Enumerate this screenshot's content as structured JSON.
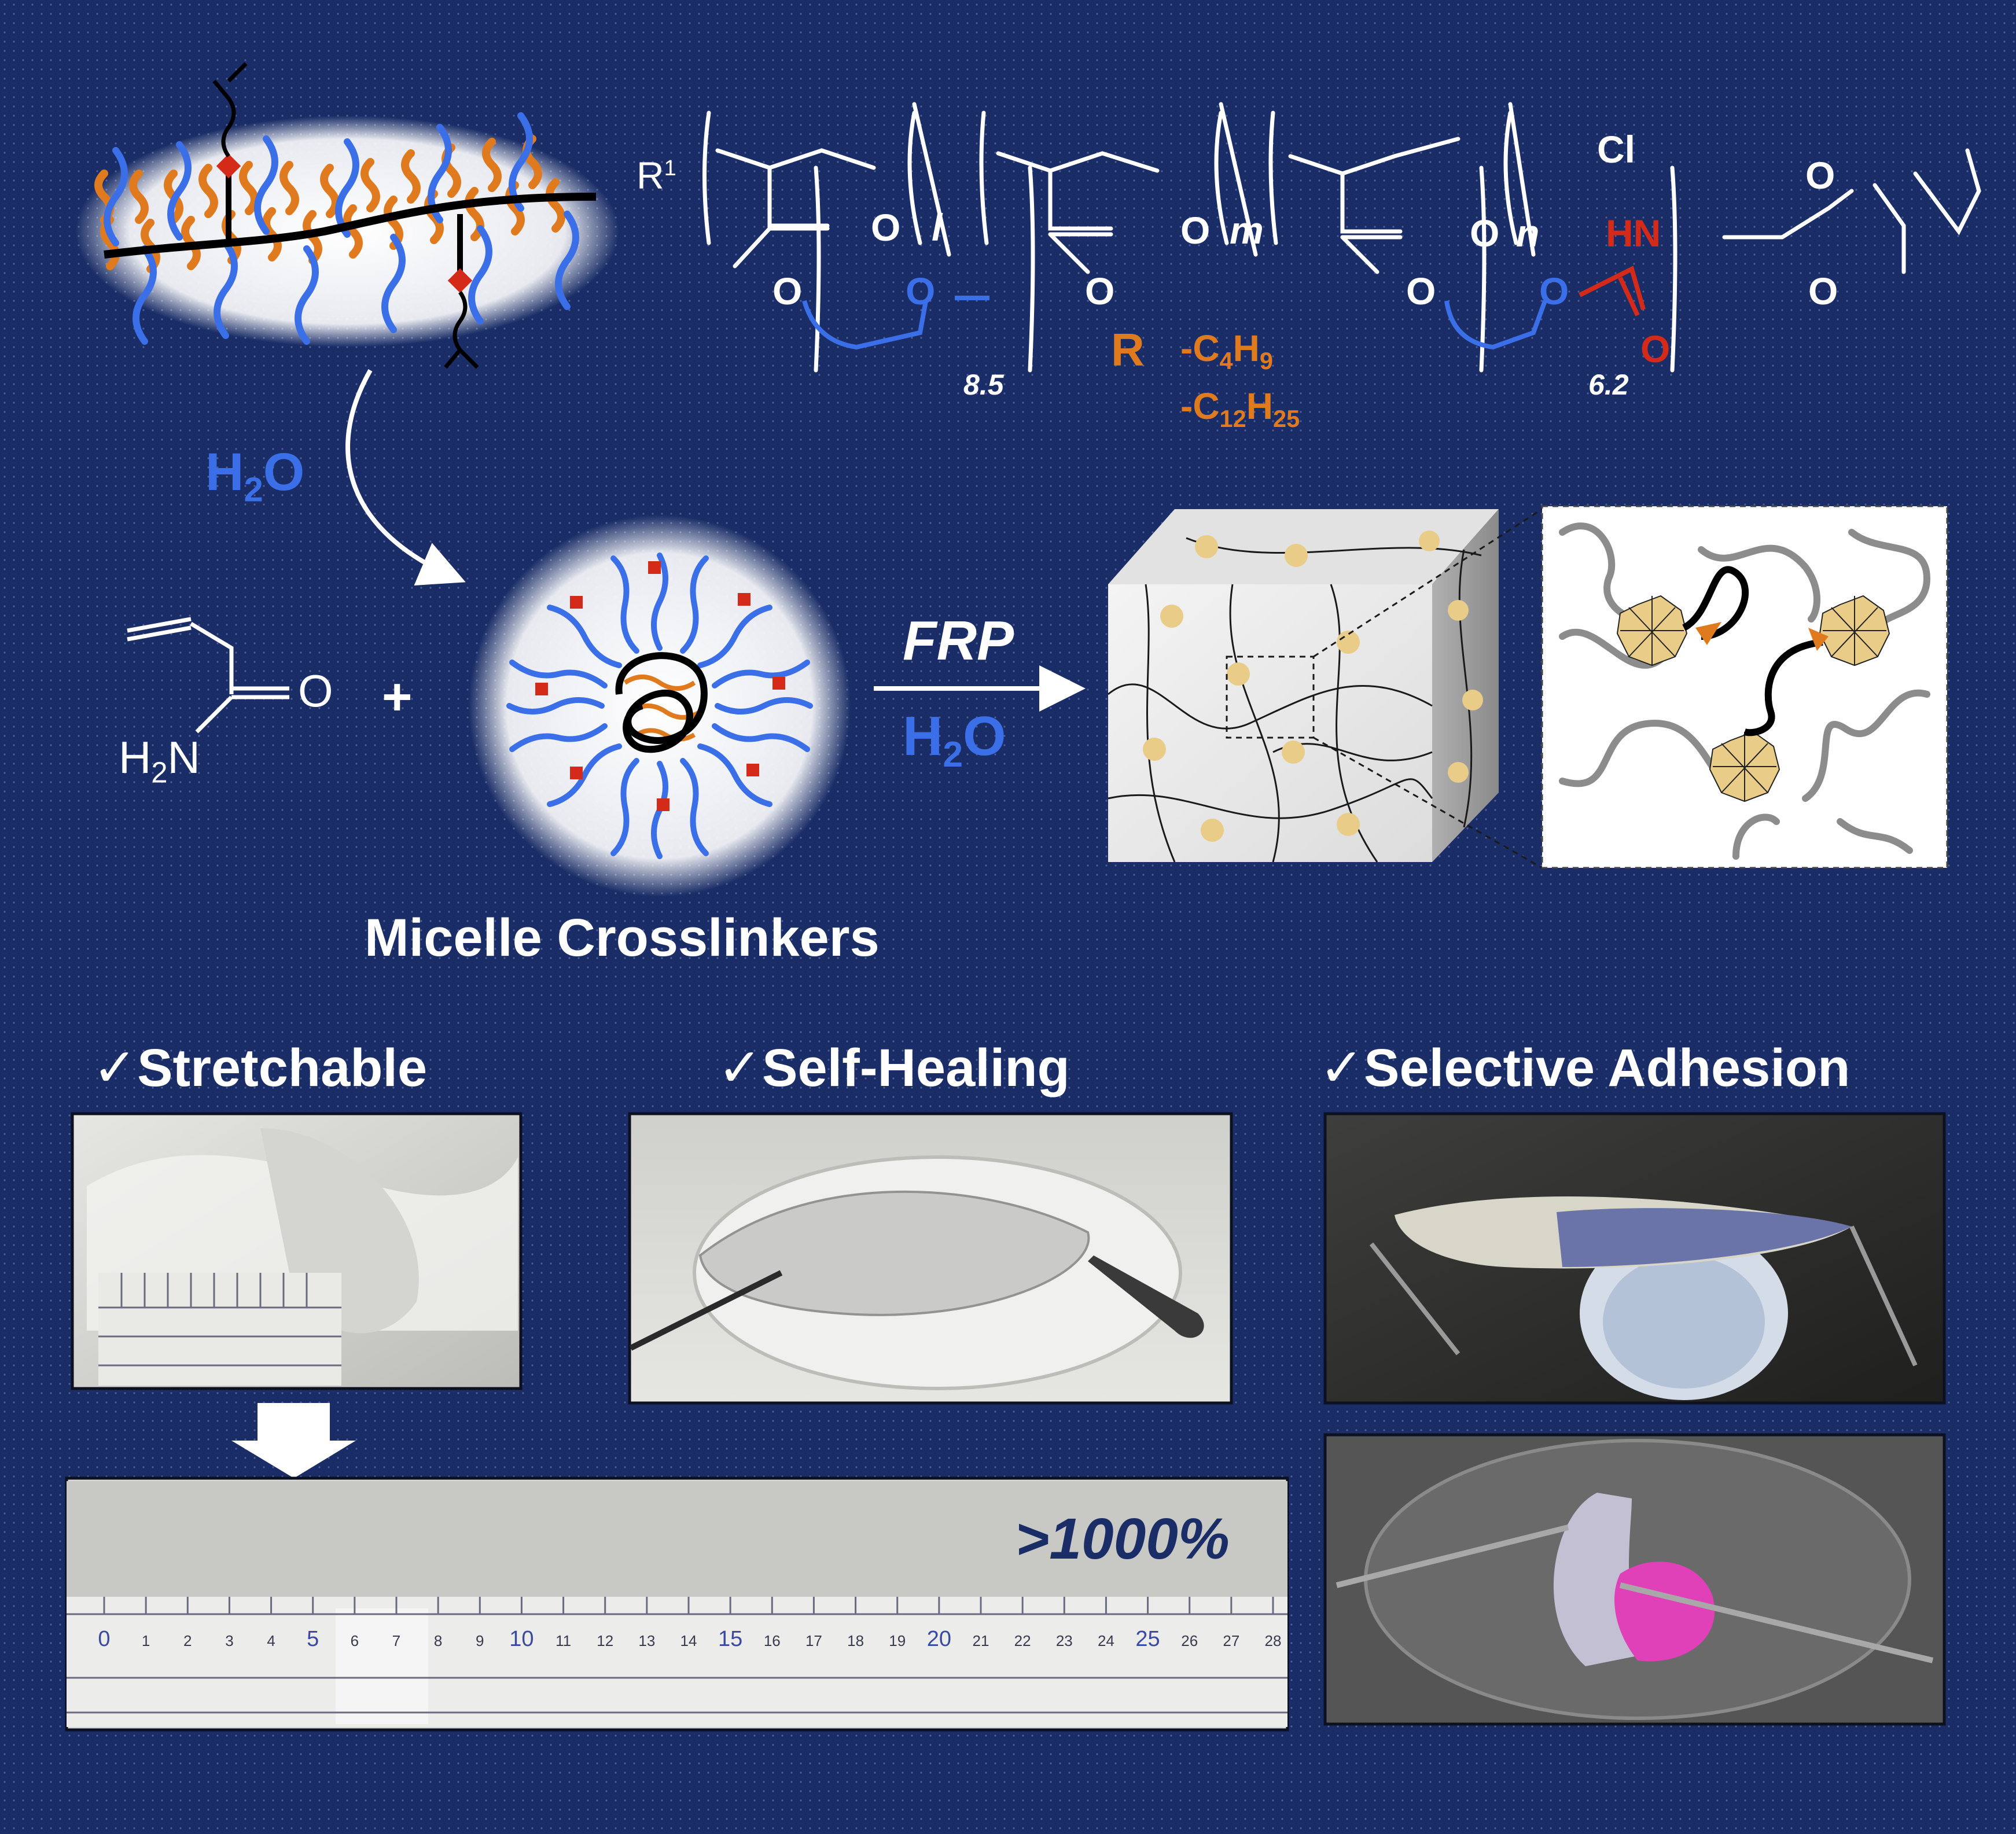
{
  "colors": {
    "background": "#1a2d66",
    "peg_blue": "#3b6fe8",
    "hydrophobe_orange": "#e07a1e",
    "urethane_red": "#d42a1a",
    "node_tan": "#e8cc88",
    "white": "#ffffff"
  },
  "structure": {
    "r1": "R",
    "r1_sup": "1",
    "cl": "Cl",
    "o": "O",
    "sub_l": "l",
    "sub_m": "m",
    "sub_n": "n",
    "peg1_repeat": "8.5",
    "peg2_repeat": "6.2",
    "r_group": "R",
    "r_butyl": "-C4H9",
    "r_dodecyl": "-C12H25",
    "hn": "HN"
  },
  "reaction": {
    "solvent_1": "H2O",
    "plus": "+",
    "monomer_o": "O",
    "monomer_nh2": "H2N",
    "method": "FRP",
    "solvent_2": "H2O",
    "crosslinker_label": "Micelle Crosslinkers"
  },
  "properties": {
    "checkmark": "✓",
    "stretchable": "Stretchable",
    "self_healing": "Self-Healing",
    "selective_adhesion": "Selective Adhesion",
    "elongation": ">1000%"
  },
  "ruler_ticks": [
    "0",
    "1",
    "2",
    "3",
    "4",
    "5",
    "6",
    "7",
    "8",
    "9",
    "10",
    "11",
    "12",
    "13",
    "14",
    "15",
    "16",
    "17",
    "18",
    "19",
    "20",
    "21",
    "22",
    "23",
    "24",
    "25",
    "26",
    "27",
    "28"
  ]
}
